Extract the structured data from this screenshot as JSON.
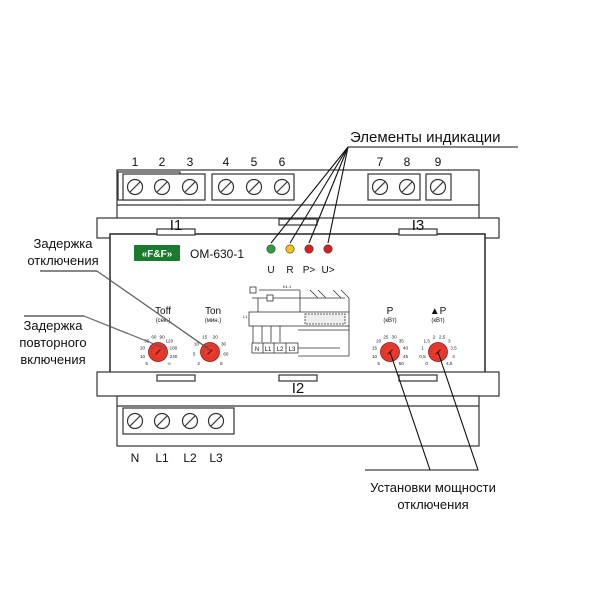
{
  "top_terminals": [
    "1",
    "2",
    "3",
    "4",
    "5",
    "6",
    "7",
    "8",
    "9"
  ],
  "bottom_terminals": [
    "N",
    "L1",
    "L2",
    "L3"
  ],
  "zone_labels": {
    "i1": "I1",
    "i3": "I3",
    "i2": "I2"
  },
  "logo": "«F&F»",
  "model": "OM-630-1",
  "indicators": [
    {
      "label": "U",
      "color": "#2ea043"
    },
    {
      "label": "R",
      "color": "#f2c418"
    },
    {
      "label": "P>",
      "color": "#d82020"
    },
    {
      "label": "U>",
      "color": "#d82020"
    }
  ],
  "callouts": {
    "indication": "Элементы индикации",
    "delay_off_1": "Задержка",
    "delay_off_2": "отключения",
    "delay_on_1": "Задержка",
    "delay_on_2": "повторного",
    "delay_on_3": "включения",
    "power_1": "Установки  мощности",
    "power_2": "отключения"
  },
  "knobs": {
    "toff": {
      "title": "Toff",
      "unit": "(сек.)",
      "scale": [
        "5",
        "10",
        "20",
        "30",
        "60",
        "90",
        "120",
        "180",
        "240",
        "∞"
      ]
    },
    "ton": {
      "title": "Ton",
      "unit": "(мин.)",
      "scale": [
        "2",
        "5",
        "10",
        "15",
        "20",
        "30",
        "60",
        "8"
      ]
    },
    "p": {
      "title": "P",
      "unit": "(кВт)",
      "scale": [
        "5",
        "10",
        "15",
        "20",
        "25",
        "30",
        "35",
        "40",
        "45",
        "50"
      ]
    },
    "dp": {
      "title": "▲P",
      "unit": "(кВт)",
      "scale": [
        "0",
        "0,5",
        "1",
        "1,5",
        "2",
        "2,5",
        "3",
        "3,5",
        "4",
        "4,5"
      ]
    }
  },
  "schematic": {
    "terminals": [
      "N",
      "L1",
      "L2",
      "L3"
    ],
    "relay_labels": [
      "K1.1",
      "L1"
    ]
  },
  "colors": {
    "knob": "#e83a2e",
    "outline": "#333333"
  }
}
